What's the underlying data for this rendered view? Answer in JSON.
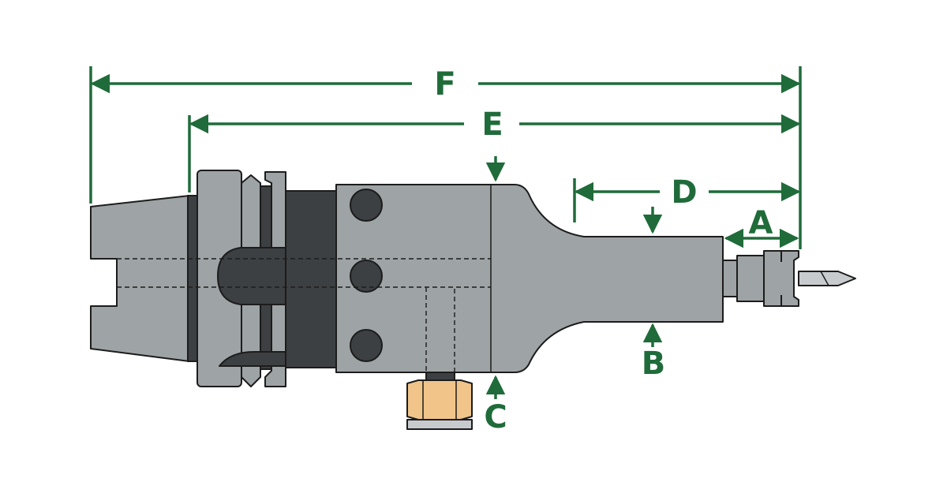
{
  "dimensions": {
    "A": "A",
    "B": "B",
    "C": "C",
    "D": "D",
    "E": "E",
    "F": "F"
  },
  "colors": {
    "dimension_green": "#1f6b3a",
    "body_gray": "#9ea3a5",
    "dark_gray": "#3d4043",
    "outline": "#1c1c1c",
    "nut_orange": "#f1c48a",
    "cutter_silver": "#c7cbcd"
  }
}
